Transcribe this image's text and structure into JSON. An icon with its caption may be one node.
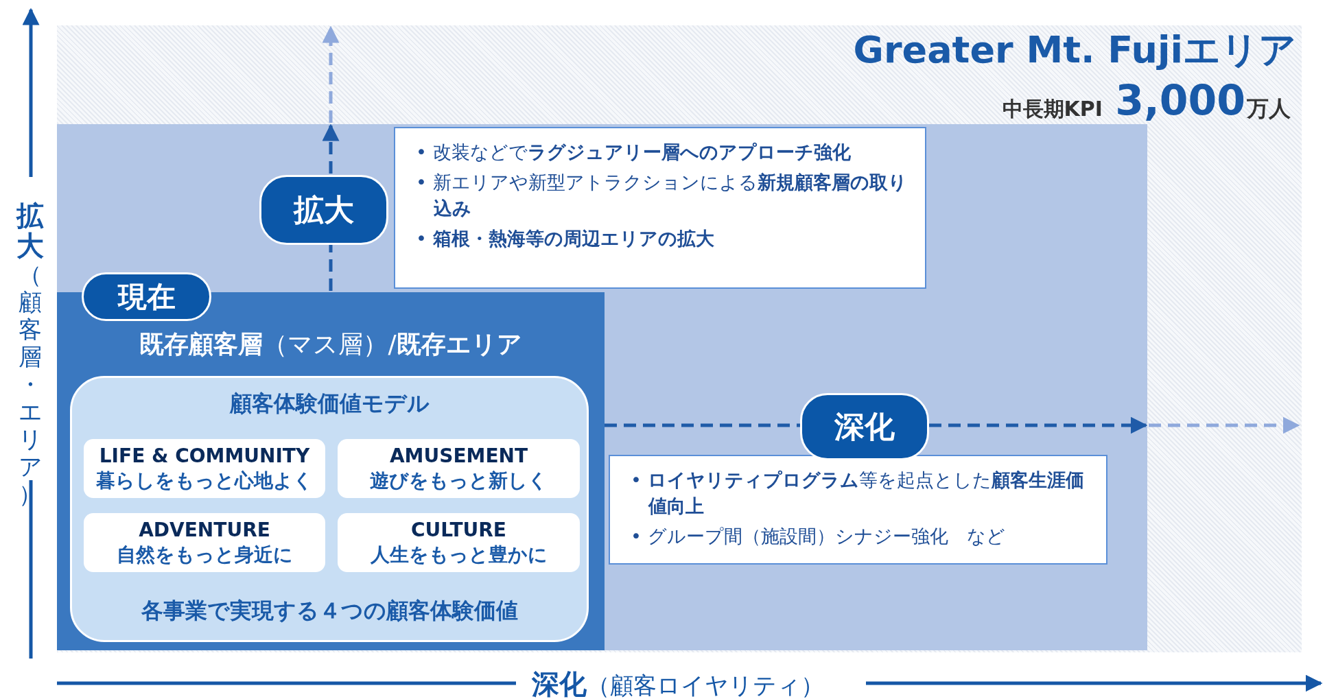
{
  "diagram": {
    "nodes": [
      {
        "text": [
          "Greater Mt. Fujiエリア",
          "中長期KPI",
          "3,000",
          "万人"
        ]
      },
      {
        "text": [],
        "shape": "box",
        "in": 0
      },
      {
        "text": [
          "拡大"
        ],
        "in": 1
      },
      {
        "text": [
          "• 改装などで**ラグジュアリー層へのアプローチ強化**",
          "• 新エリアや新型アトラクションによる**新規顧客層の取り込み**",
          "• **箱根・熱海等の周辺エリアの拡大**"
        ],
        "in": 1
      },
      {
        "text": [
          "現在",
          "**既存顧客層**（マス層）/**既存エリア**"
        ],
        "in": 1
      },
      {
        "text": [
          "顧客体験価値モデル",
          "各事業で実現する４つの顧客体験価値"
        ],
        "in": 4
      },
      {
        "text": [
          "LIFE & COMMUNITY",
          "暮らしをもっと心地よく"
        ],
        "in": 5
      },
      {
        "text": [
          "AMUSEMENT",
          "遊びをもっと新しく"
        ],
        "in": 5
      },
      {
        "text": [
          "ADVENTURE",
          "自然をもっと身近に"
        ],
        "in": 5
      },
      {
        "text": [
          "CULTURE",
          "人生をもっと豊かに"
        ],
        "in": 5
      },
      {
        "text": [
          "深化"
        ],
        "in": 1
      },
      {
        "text": [
          "• **ロイヤリティプログラム**等を起点とした**顧客生涯価値向上**",
          "• グループ間（施設間）シナジー強化　など"
        ],
        "in": 1
      }
    ],
    "edges": [
      {
        "from": 4,
        "to": 2,
        "arrow": "none",
        "style": "dashed"
      },
      {
        "from": 2,
        "to": null,
        "arrow": "to",
        "style": "dashed"
      },
      {
        "from": 1,
        "to": null,
        "arrow": "to",
        "style": "dashed",
        "color": "#8fa9dc"
      },
      {
        "from": 4,
        "to": 10,
        "arrow": "none",
        "style": "dashed"
      },
      {
        "from": 10,
        "to": null,
        "arrow": "to",
        "style": "dashed"
      },
      {
        "from": 1,
        "to": null,
        "arrow": "to",
        "style": "dashed",
        "color": "#8fa9dc"
      }
    ],
    "labels": [
      "拡大",
      "（顧客層・エリア）",
      "深化",
      "（顧客ロイヤリティ）"
    ]
  }
}
